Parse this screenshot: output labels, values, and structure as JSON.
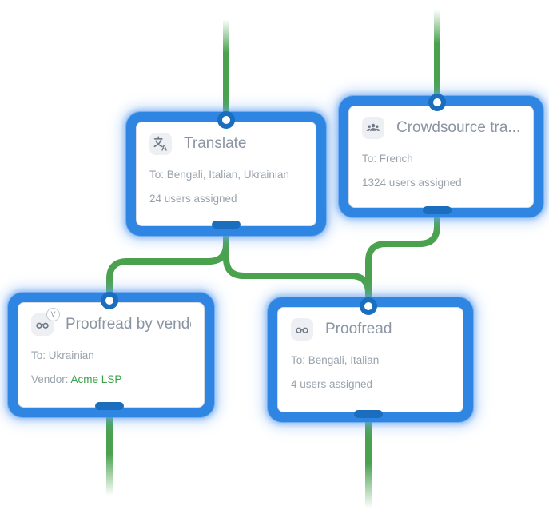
{
  "colors": {
    "selection_blue": "#2e86e2",
    "port_blue": "#1b6dbd",
    "edge_green": "#4aa24f",
    "title_gray": "#8a94a2",
    "body_gray": "#99a2ac",
    "vendor_link_green": "#3aa047",
    "icon_gray": "#6e7a87"
  },
  "nodes": [
    {
      "title": "Translate",
      "icon": "translate-icon",
      "row1": "To: Bengali, Italian, Ukrainian",
      "row2": "24 users assigned"
    },
    {
      "title": "Crowdsource tra...",
      "icon": "crowd-icon",
      "row1": "To: French",
      "row2": "1324 users assigned"
    },
    {
      "title": "Proofread by vendor",
      "icon": "glasses-vendor-icon",
      "badge": "V",
      "row1": "To: Ukrainian",
      "row2_label": "Vendor: ",
      "row2_value": "Acme LSP"
    },
    {
      "title": "Proofread",
      "icon": "glasses-icon",
      "row1": "To: Bengali, Italian",
      "row2": "4 users assigned"
    }
  ]
}
